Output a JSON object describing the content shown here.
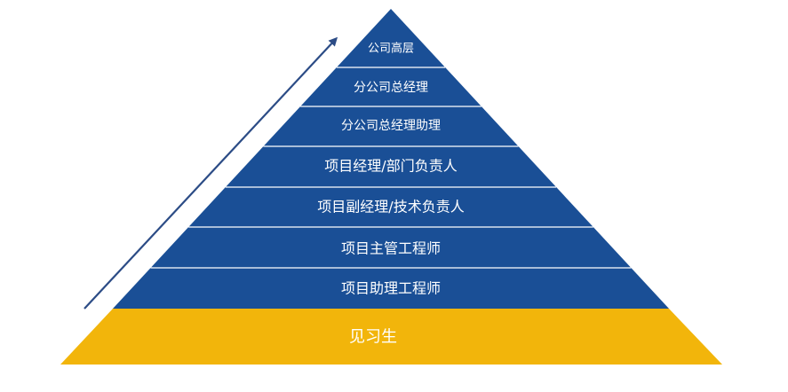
{
  "diagram": {
    "levels": [
      "公司高层",
      "分公司总经理",
      "分公司总经理助理",
      "项目经理/部门负责人",
      "项目副经理/技术负责人",
      "项目主管工程师",
      "项目助理工程师"
    ],
    "base_level": "见习生",
    "colors": {
      "tier": "#1a4f96",
      "base": "#f2b50b",
      "divider": "#ffffff",
      "arrow": "#2c4c86"
    }
  }
}
